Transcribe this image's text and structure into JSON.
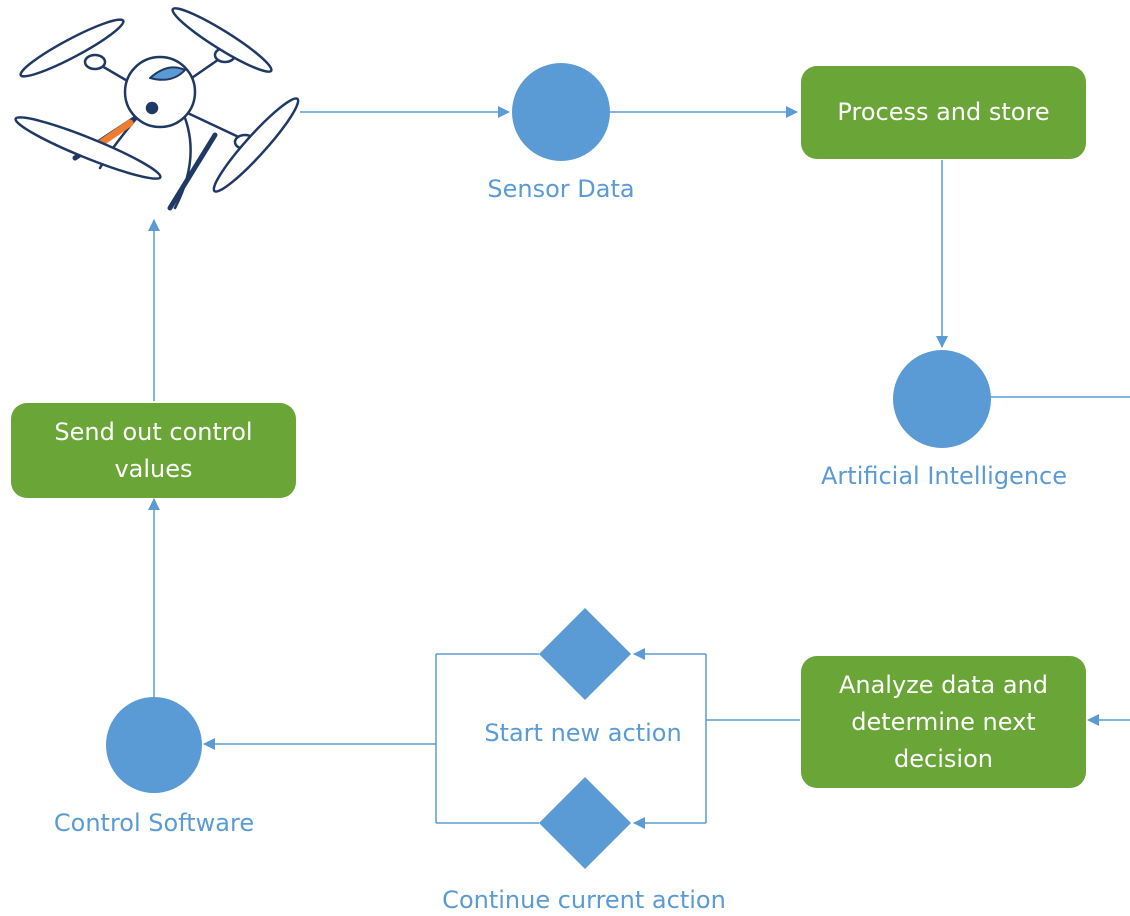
{
  "colors": {
    "process_box": "#6aa537",
    "node": "#5b9bd5",
    "label_text": "#5b9bd5",
    "connector": "#5b9bd5",
    "box_text": "#ffffff"
  },
  "drone": {
    "icon": "quadcopter-drone-icon"
  },
  "processes": {
    "process_store": "Process and store",
    "send_control": "Send out control values",
    "analyze": "Analyze data and determine next decision"
  },
  "nodes": {
    "sensor_data": "Sensor Data",
    "ai": "Artificial Intelligence",
    "control_software": "Control Software"
  },
  "decisions": {
    "start_new": "Start new action",
    "continue_current": "Continue current action"
  }
}
